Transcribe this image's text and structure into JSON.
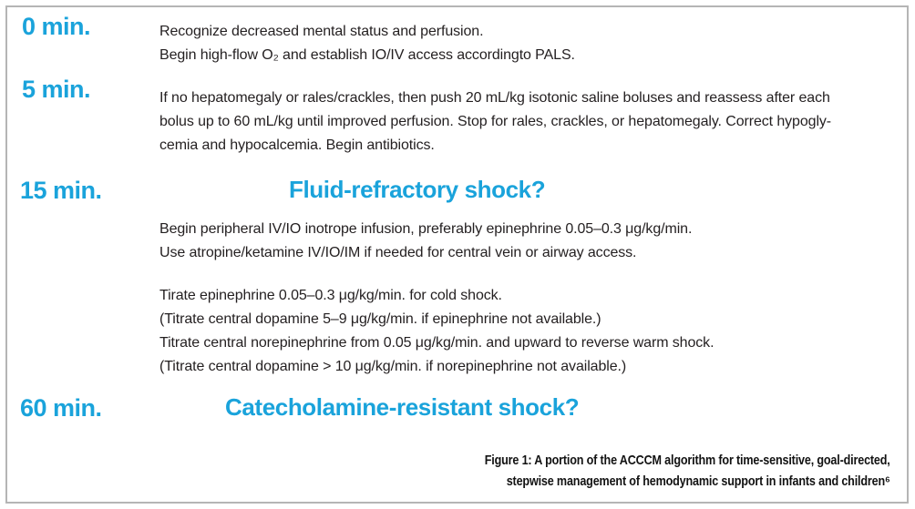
{
  "page": {
    "accent_color": "#1aa3db",
    "body_text_color": "#231f20",
    "frame_border_color": "#b5b5b5"
  },
  "timeline": [
    {
      "time": "0 min.",
      "lines": [
        "Recognize decreased mental status and perfusion.",
        "Begin high-flow O₂ and establish IO/IV access accordingto PALS."
      ]
    },
    {
      "time": "5 min.",
      "lines": [
        "If no hepatomegaly or rales/crackles, then push 20 mL/kg isotonic saline boluses and reassess after each",
        "bolus up to 60 mL/kg until improved perfusion. Stop for rales, crackles, or hepatomegaly. Correct hypogly-",
        "cemia and hypocalcemia. Begin antibiotics."
      ]
    },
    {
      "time": "15 min.",
      "heading": "Fluid-refractory shock?",
      "paragraphs": [
        {
          "lines": [
            "Begin peripheral IV/IO inotrope infusion, preferably epinephrine 0.05–0.3 μg/kg/min.",
            "Use atropine/ketamine IV/IO/IM if needed for central vein or airway access."
          ]
        },
        {
          "lines": [
            "Tirate epinephrine 0.05–0.3 μg/kg/min. for cold shock.",
            "(Titrate central dopamine 5–9 μg/kg/min. if epinephrine not available.)",
            "Titrate central norepinephrine from 0.05 μg/kg/min. and upward to reverse warm shock.",
            "(Titrate central dopamine > 10 μg/kg/min. if norepinephrine not available.)"
          ]
        }
      ]
    },
    {
      "time": "60 min.",
      "heading": "Catecholamine-resistant shock?"
    }
  ],
  "caption": {
    "lines": [
      "Figure 1: A portion of the ACCCM algorithm for time-sensitive, goal-directed,",
      "stepwise management of hemodynamic support in infants and children⁶"
    ]
  }
}
